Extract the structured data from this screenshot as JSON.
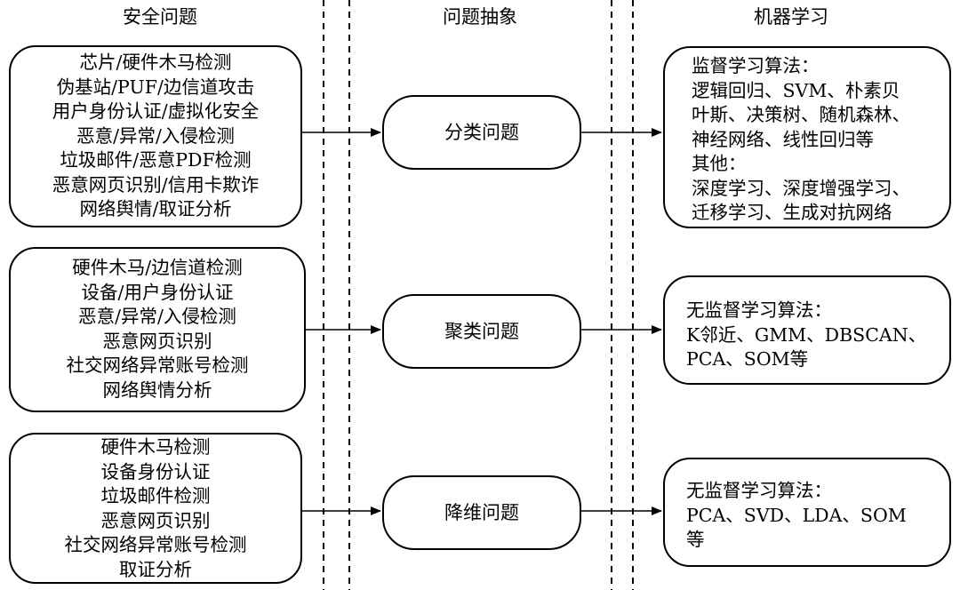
{
  "headers": {
    "security": "安全问题",
    "abstraction": "问题抽象",
    "ml": "机器学习"
  },
  "rows": [
    {
      "problems": [
        "芯片/硬件木马检测",
        "伪基站/PUF/边信道攻击",
        "用户身份认证/虚拟化安全",
        "恶意/异常/入侵检测",
        "垃圾邮件/恶意PDF检测",
        "恶意网页识别/信用卡欺诈",
        "网络舆情/取证分析"
      ],
      "abstraction": "分类问题",
      "methods": [
        "监督学习算法：",
        "逻辑回归、SVM、朴素贝",
        "叶斯、决策树、随机森林、",
        "神经网络、线性回归等",
        "其他：",
        "深度学习、深度增强学习、",
        "迁移学习、生成对抗网络"
      ]
    },
    {
      "problems": [
        "硬件木马/边信道检测",
        "设备/用户身份认证",
        "恶意/异常/入侵检测",
        "恶意网页识别",
        "社交网络异常账号检测",
        "网络舆情分析"
      ],
      "abstraction": "聚类问题",
      "methods": [
        "无监督学习算法：",
        "K邻近、GMM、DBSCAN、",
        "PCA、SOM等"
      ]
    },
    {
      "problems": [
        "硬件木马检测",
        "设备身份认证",
        "垃圾邮件检测",
        "恶意网页识别",
        "社交网络异常账号检测",
        "取证分析"
      ],
      "abstraction": "降维问题",
      "methods": [
        "无监督学习算法：",
        "PCA、SVD、LDA、SOM",
        "等"
      ]
    }
  ]
}
